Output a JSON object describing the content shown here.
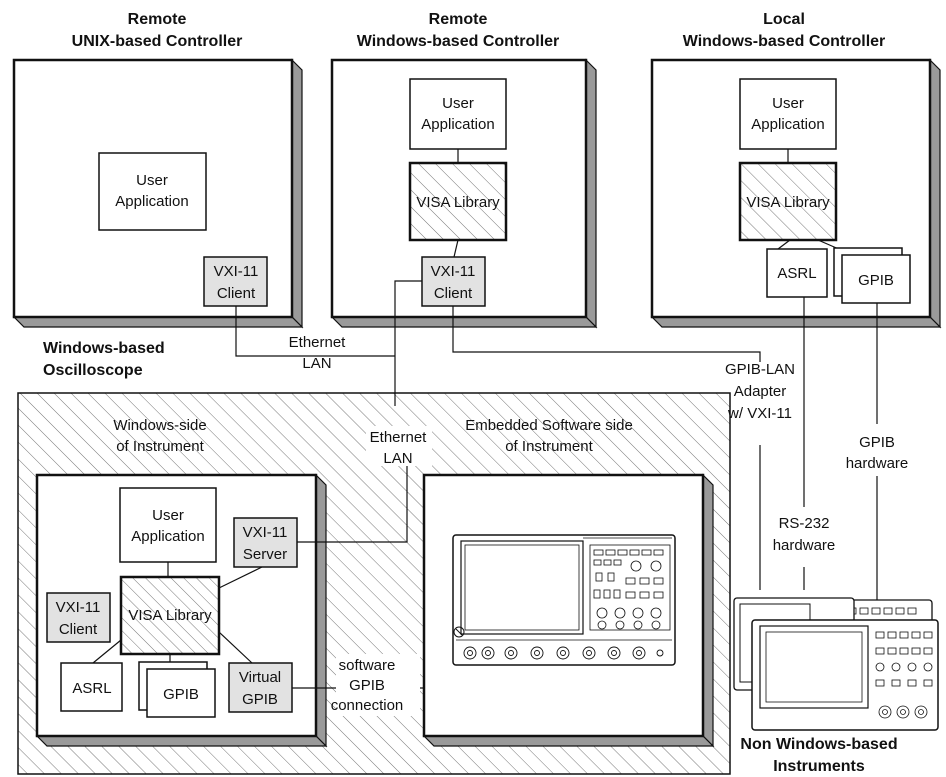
{
  "headings": {
    "remote_unix": [
      "Remote",
      "UNIX-based Controller"
    ],
    "remote_windows": [
      "Remote",
      "Windows-based Controller"
    ],
    "local_windows": [
      "Local",
      "Windows-based Controller"
    ],
    "oscilloscope": [
      "Windows-based",
      "Oscilloscope"
    ],
    "non_windows": [
      "Non Windows-based",
      "Instruments"
    ]
  },
  "unix_controller": {
    "user_app": [
      "User",
      "Application"
    ],
    "vxi_client": [
      "VXI-11",
      "Client"
    ]
  },
  "remote_win_controller": {
    "user_app": [
      "User",
      "Application"
    ],
    "visa": "VISA Library",
    "vxi_client": [
      "VXI-11",
      "Client"
    ]
  },
  "local_controller": {
    "user_app": [
      "User",
      "Application"
    ],
    "visa": "VISA Library",
    "asrl": "ASRL",
    "gpib": "GPIB"
  },
  "connections": {
    "ethernet_lan_top": [
      "Ethernet",
      "LAN"
    ],
    "ethernet_lan_mid": [
      "Ethernet",
      "LAN"
    ],
    "gpib_lan": [
      "GPIB-LAN",
      "Adapter",
      "w/ VXI-11"
    ],
    "gpib_hw": [
      "GPIB",
      "hardware"
    ],
    "rs232_hw": [
      "RS-232",
      "hardware"
    ],
    "software_gpib": [
      "software",
      "GPIB",
      "connection"
    ]
  },
  "instrument": {
    "windows_side": [
      "Windows-side",
      "of Instrument"
    ],
    "embedded_side": [
      "Embedded Software side",
      "of Instrument"
    ],
    "user_app": [
      "User",
      "Application"
    ],
    "vxi_server": [
      "VXI-11",
      "Server"
    ],
    "visa": "VISA Library",
    "vxi_client": [
      "VXI-11",
      "Client"
    ],
    "asrl": "ASRL",
    "gpib": "GPIB",
    "virtual_gpib": [
      "Virtual",
      "GPIB"
    ]
  }
}
